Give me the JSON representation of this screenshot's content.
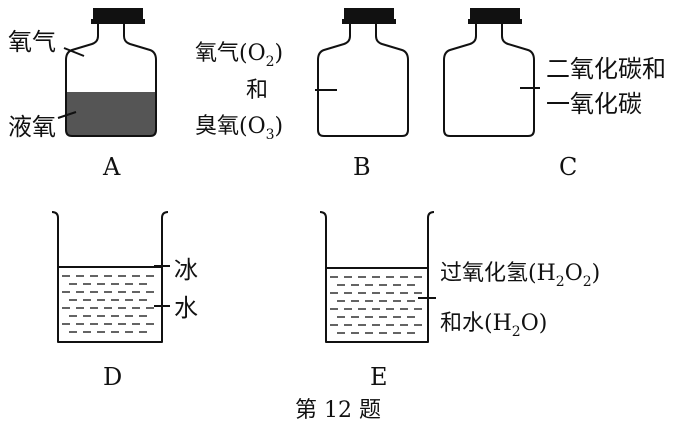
{
  "diagram": {
    "caption": "第 12 题",
    "containers": [
      {
        "id": "A",
        "kind": "bottle",
        "label": "A",
        "texts": [
          "氧气",
          "液氧"
        ],
        "liquid_fill": "#555555"
      },
      {
        "id": "B",
        "kind": "bottle",
        "label": "B",
        "text_lines": [
          {
            "main": "氧气(O",
            "sub": "2",
            "tail": ")"
          },
          {
            "main": "和",
            "sub": "",
            "tail": ""
          },
          {
            "main": "臭氧(O",
            "sub": "3",
            "tail": ")"
          }
        ]
      },
      {
        "id": "C",
        "kind": "bottle",
        "label": "C",
        "texts": [
          "二氧化碳和",
          "一氧化碳"
        ]
      },
      {
        "id": "D",
        "kind": "beaker",
        "label": "D",
        "texts": [
          "冰",
          "水"
        ]
      },
      {
        "id": "E",
        "kind": "beaker",
        "label": "E",
        "line1": {
          "a": "过氧化氢(H",
          "s1": "2",
          "b": "O",
          "s2": "2",
          "c": ")"
        },
        "line2": {
          "a": "和水(H",
          "s1": "2",
          "b": "O)"
        }
      }
    ],
    "colors": {
      "stroke": "#111111",
      "liquid_dark": "#555555",
      "cap": "#111111",
      "background": "#ffffff"
    }
  }
}
